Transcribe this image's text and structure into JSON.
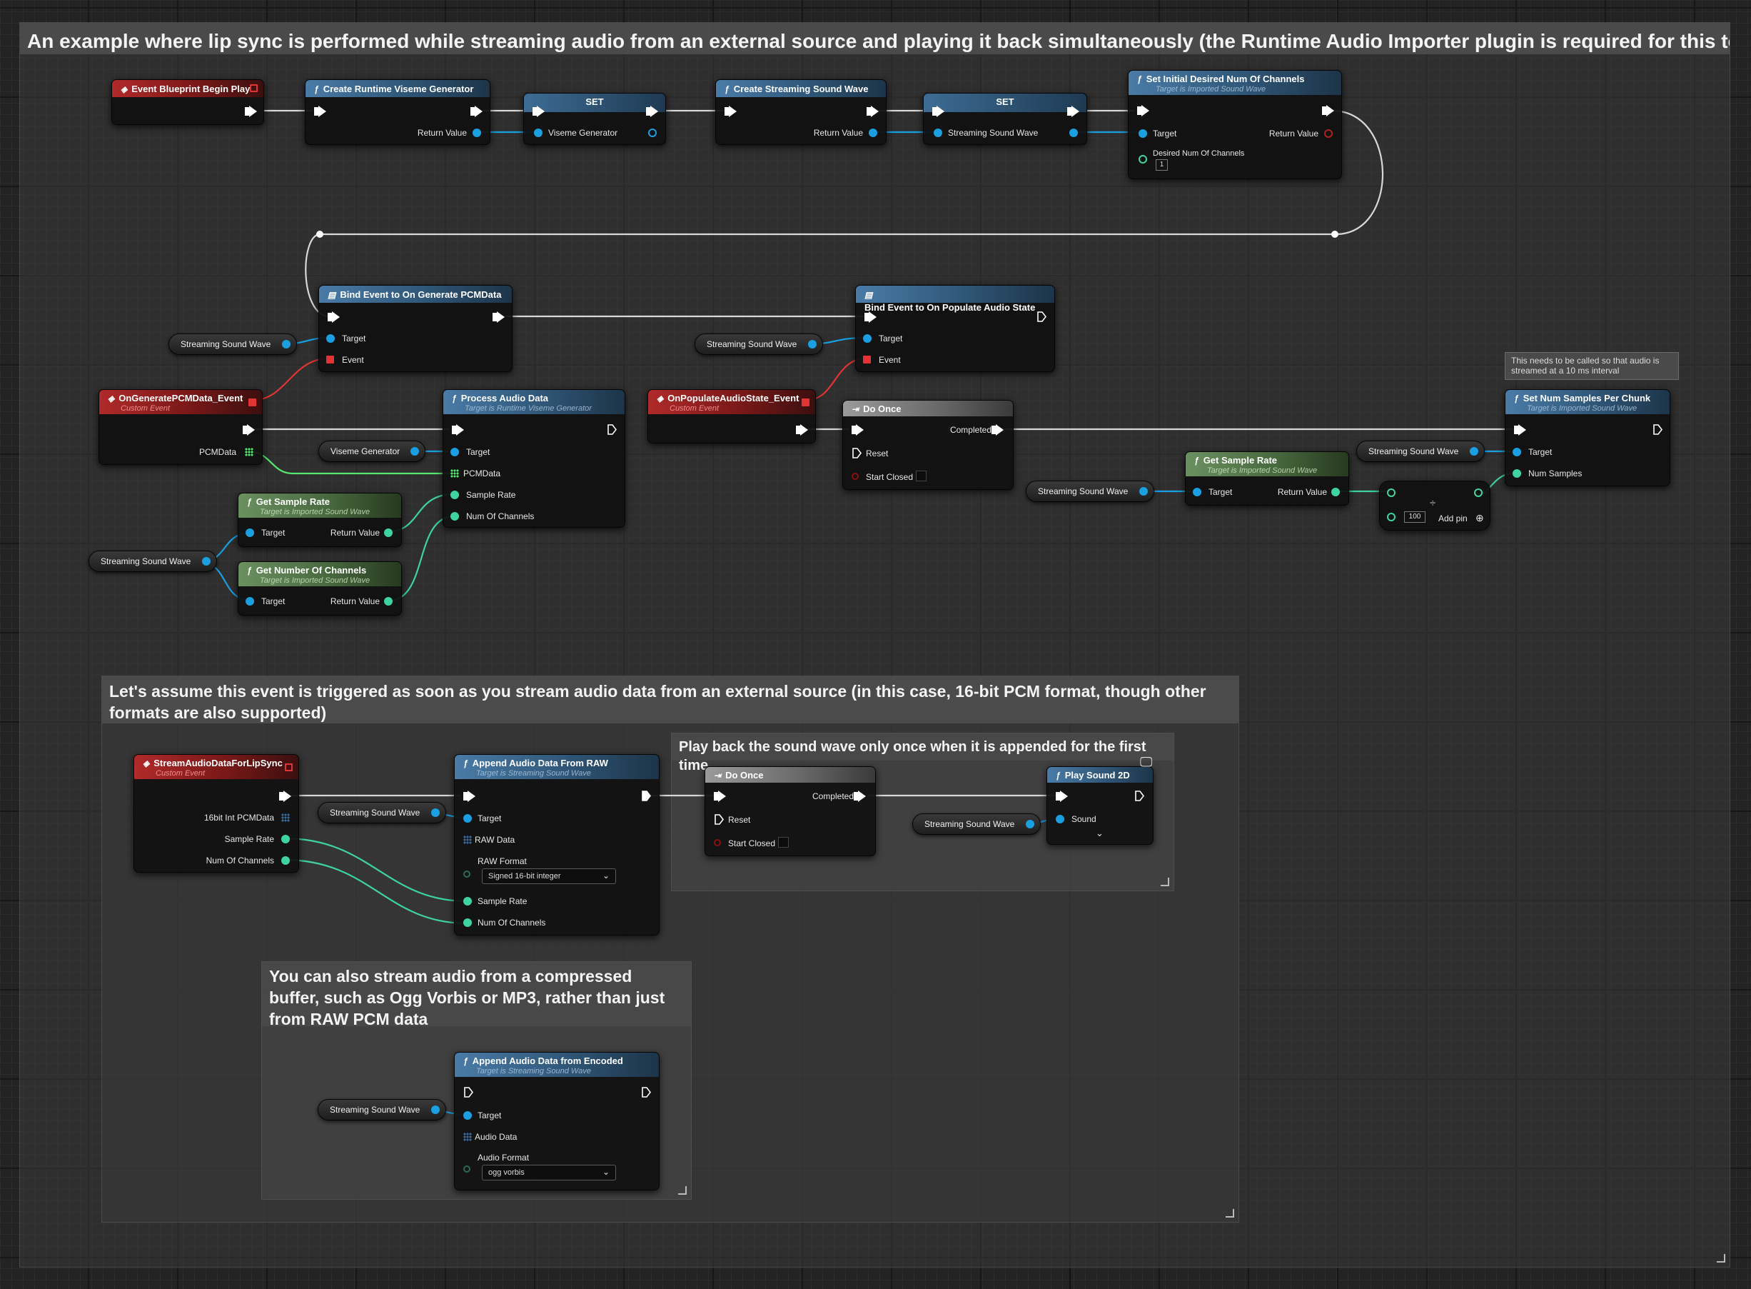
{
  "comments": {
    "main": "An example where lip sync is performed while streaming audio from an external source and playing it back simultaneously (the Runtime Audio Importer plugin is required for this to work)",
    "stream": "Let's assume this event is triggered as soon as you stream audio data from an external source (in this case, 16-bit PCM format, though other formats are also supported)",
    "playback": "Play back the sound wave only once when it is appended for the first time",
    "compressed": "You can also stream audio from a compressed buffer, such as Ogg Vorbis or MP3, rather than just from RAW PCM data",
    "tooltip": "This needs to be called so that audio is streamed at a 10 ms interval"
  },
  "nodes": {
    "begin_play": {
      "title": "Event Blueprint Begin Play"
    },
    "create_viseme": {
      "title": "Create Runtime Viseme Generator",
      "return": "Return Value"
    },
    "set1": {
      "title": "SET",
      "pin": "Viseme Generator"
    },
    "create_stream": {
      "title": "Create Streaming Sound Wave",
      "return": "Return Value"
    },
    "set2": {
      "title": "SET",
      "pin": "Streaming Sound Wave"
    },
    "set_channels": {
      "title": "Set Initial Desired Num Of Channels",
      "sub": "Target is Imported Sound Wave",
      "target": "Target",
      "return": "Return Value",
      "channels": "Desired Num Of Channels",
      "channels_val": "1"
    },
    "bind_pcm": {
      "title": "Bind Event to On Generate PCMData",
      "target": "Target",
      "event": "Event"
    },
    "bind_populate": {
      "title": "Bind Event to On Populate Audio State",
      "target": "Target",
      "event": "Event"
    },
    "on_pcm": {
      "title": "OnGeneratePCMData_Event",
      "sub": "Custom Event",
      "pin": "PCMData"
    },
    "process": {
      "title": "Process Audio Data",
      "sub": "Target is Runtime Viseme Generator",
      "target": "Target",
      "pcm": "PCMData",
      "rate": "Sample Rate",
      "channels": "Num Of Channels"
    },
    "get_rate1": {
      "title": "Get Sample Rate",
      "sub": "Target is Imported Sound Wave",
      "target": "Target",
      "return": "Return Value"
    },
    "get_channels": {
      "title": "Get Number Of Channels",
      "sub": "Target is Imported Sound Wave",
      "target": "Target",
      "return": "Return Value"
    },
    "on_populate": {
      "title": "OnPopulateAudioState_Event",
      "sub": "Custom Event"
    },
    "do_once1": {
      "title": "Do Once",
      "completed": "Completed",
      "reset": "Reset",
      "start_closed": "Start Closed"
    },
    "get_rate2": {
      "title": "Get Sample Rate",
      "sub": "Target is Imported Sound Wave",
      "target": "Target",
      "return": "Return Value"
    },
    "divide": {
      "value": "100",
      "add_pin": "Add pin",
      "symbol": "÷"
    },
    "set_samples": {
      "title": "Set Num Samples Per Chunk",
      "sub": "Target is Imported Sound Wave",
      "target": "Target",
      "samples": "Num Samples"
    },
    "stream_event": {
      "title": "StreamAudioDataForLipSync",
      "sub": "Custom Event",
      "pcm": "16bit Int PCMData",
      "rate": "Sample Rate",
      "channels": "Num Of Channels"
    },
    "append_raw": {
      "title": "Append Audio Data From RAW",
      "sub": "Target is Streaming Sound Wave",
      "target": "Target",
      "raw": "RAW Data",
      "format_label": "RAW Format",
      "format_val": "Signed 16-bit integer",
      "rate": "Sample Rate",
      "channels": "Num Of Channels"
    },
    "do_once2": {
      "title": "Do Once",
      "completed": "Completed",
      "reset": "Reset",
      "start_closed": "Start Closed"
    },
    "play": {
      "title": "Play Sound 2D",
      "sound": "Sound"
    },
    "append_enc": {
      "title": "Append Audio Data from Encoded",
      "sub": "Target is Streaming Sound Wave",
      "target": "Target",
      "data": "Audio Data",
      "format_label": "Audio Format",
      "format_val": "ogg vorbis"
    }
  },
  "vars": {
    "ssw": "Streaming Sound Wave",
    "viseme": "Viseme Generator"
  }
}
